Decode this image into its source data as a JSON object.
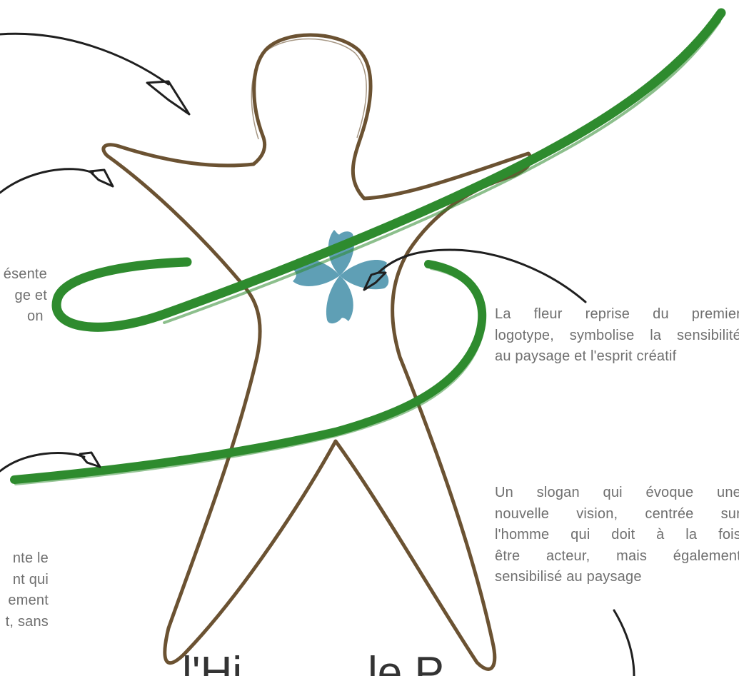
{
  "colors": {
    "figure_outline": "#6b5232",
    "ribbon": "#2e8b2e",
    "flower": "#5f9fb5",
    "arrow": "#1f1f1f",
    "text": "#6f6f6f"
  },
  "annotations": {
    "right_1": {
      "lines": [
        "La fleur reprise du premier",
        "logotype, symbolise la sensibilité",
        "au paysage et l'esprit créatif"
      ]
    },
    "right_2": {
      "lines": [
        "Un slogan qui évoque une",
        "nouvelle vision, centrée sur",
        "l'homme qui doit à la fois",
        "être acteur, mais également",
        "sensibilisé au paysage"
      ]
    },
    "left_1": {
      "lines": [
        "ésente",
        "ge et",
        "on"
      ]
    },
    "left_2": {
      "lines": [
        "nte le",
        "nt qui",
        "ement",
        "t, sans"
      ]
    }
  },
  "bottom_text": {
    "left_fragment": "l'Hi",
    "right_fragment": "le P"
  },
  "icons": [
    "flower-icon",
    "human-figure",
    "green-ribbon",
    "arrow-icon"
  ]
}
